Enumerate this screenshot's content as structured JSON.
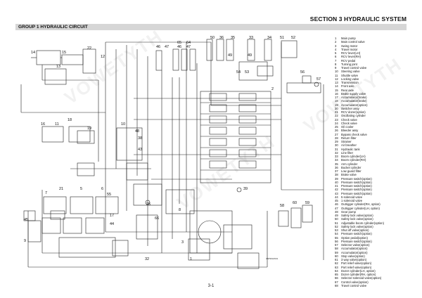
{
  "header": {
    "section_title": "SECTION 3 HYDRAULIC SYSTEM",
    "group_title": "GROUP 1 HYDRAULIC CIRCUIT"
  },
  "footer": {
    "page_number": "3-1",
    "drawing_code": "3BP90HW01"
  },
  "watermark": "VOWETYTH",
  "legend": [
    {
      "num": "1",
      "label": "Main pump"
    },
    {
      "num": "2",
      "label": "Main control valve"
    },
    {
      "num": "3",
      "label": "Swing motor"
    },
    {
      "num": "4",
      "label": "Travel motor"
    },
    {
      "num": "5",
      "label": "RCV lever(LH)"
    },
    {
      "num": "6",
      "label": "RCV lever(RH)"
    },
    {
      "num": "7",
      "label": "RCV pedal"
    },
    {
      "num": "8",
      "label": "Turning joint"
    },
    {
      "num": "9",
      "label": "Travel control valve"
    },
    {
      "num": "10",
      "label": "Steering valve"
    },
    {
      "num": "11",
      "label": "Shuttle valve"
    },
    {
      "num": "12",
      "label": "Locking valve"
    },
    {
      "num": "13",
      "label": "Transmission"
    },
    {
      "num": "14",
      "label": "Front axle"
    },
    {
      "num": "15",
      "label": "Rear axle"
    },
    {
      "num": "16",
      "label": "Brake supply valve"
    },
    {
      "num": "17",
      "label": "Accumulator(brake)"
    },
    {
      "num": "18",
      "label": "Accumulator(brake)"
    },
    {
      "num": "19",
      "label": "Accumulator(option)"
    },
    {
      "num": "20",
      "label": "Switcher assy"
    },
    {
      "num": "21",
      "label": "RCV dozer(option)"
    },
    {
      "num": "22",
      "label": "Oscillating cylinder"
    },
    {
      "num": "23",
      "label": "Check valve"
    },
    {
      "num": "24",
      "label": "Check valve"
    },
    {
      "num": "25",
      "label": "Oil cooler"
    },
    {
      "num": "26",
      "label": "Bleeder assy"
    },
    {
      "num": "27",
      "label": "Bypass check valve"
    },
    {
      "num": "28",
      "label": "Return filter"
    },
    {
      "num": "29",
      "label": "Strainer"
    },
    {
      "num": "30",
      "label": "Air breather"
    },
    {
      "num": "31",
      "label": "Hydraulic tank"
    },
    {
      "num": "32",
      "label": "Line filter"
    },
    {
      "num": "33",
      "label": "Boom cylinder(LH)"
    },
    {
      "num": "34",
      "label": "Boom cylinder(RH)"
    },
    {
      "num": "35",
      "label": "Arm cylinder"
    },
    {
      "num": "36",
      "label": "Bucket cylinder"
    },
    {
      "num": "37",
      "label": "Low guard filter"
    },
    {
      "num": "38",
      "label": "Brake valve"
    },
    {
      "num": "39",
      "label": "Pressure switch(option)"
    },
    {
      "num": "40",
      "label": "Pressure switch(option)"
    },
    {
      "num": "41",
      "label": "Pressure switch(option)"
    },
    {
      "num": "42",
      "label": "Pressure switch(option)"
    },
    {
      "num": "43",
      "label": "Pressure switch(option)"
    },
    {
      "num": "44",
      "label": "5 solenoid valve"
    },
    {
      "num": "45",
      "label": "1 solenoid valve"
    },
    {
      "num": "46",
      "label": "Outrigger cylinder(RH, option)"
    },
    {
      "num": "47",
      "label": "Outrigger cylinder(LH, option)"
    },
    {
      "num": "48",
      "label": "Gear pump"
    },
    {
      "num": "49",
      "label": "Safety lock valve(option)"
    },
    {
      "num": "50",
      "label": "Safety lock valve(option)"
    },
    {
      "num": "51",
      "label": "Adjustable boom cylinder(option)"
    },
    {
      "num": "52",
      "label": "Safety lock valve(option)"
    },
    {
      "num": "53",
      "label": "Shut off valve(option)"
    },
    {
      "num": "54",
      "label": "Pressure switch(option)"
    },
    {
      "num": "55",
      "label": "Option pedal(option)"
    },
    {
      "num": "56",
      "label": "Pressure switch(option)"
    },
    {
      "num": "57",
      "label": "Selector valve(option)"
    },
    {
      "num": "58",
      "label": "Accumulator(option)"
    },
    {
      "num": "59",
      "label": "Accumulator(option)"
    },
    {
      "num": "60",
      "label": "Stop valve(option)"
    },
    {
      "num": "61",
      "label": "3 way valve(option)"
    },
    {
      "num": "62",
      "label": "Port relief valve(option)"
    },
    {
      "num": "63",
      "label": "Port relief valve(option)"
    },
    {
      "num": "64",
      "label": "Dozer cylinder(LH, option)"
    },
    {
      "num": "65",
      "label": "Dozer cylinder(RH, option)"
    },
    {
      "num": "66",
      "label": "Selector solenoid valve(option)"
    },
    {
      "num": "67",
      "label": "Control valve(option)"
    },
    {
      "num": "68",
      "label": "Travel control valve"
    }
  ],
  "callouts": [
    {
      "id": "c14",
      "text": "14"
    },
    {
      "id": "c15",
      "text": "15"
    },
    {
      "id": "c13",
      "text": "13"
    },
    {
      "id": "c22",
      "text": "22"
    },
    {
      "id": "c12",
      "text": "12"
    },
    {
      "id": "c46",
      "text": "46"
    },
    {
      "id": "c47a",
      "text": "47"
    },
    {
      "id": "c65",
      "text": "65"
    },
    {
      "id": "c46b",
      "text": "46"
    },
    {
      "id": "c64",
      "text": "64"
    },
    {
      "id": "c47b",
      "text": "47"
    },
    {
      "id": "c50",
      "text": "50"
    },
    {
      "id": "c36",
      "text": "36"
    },
    {
      "id": "c35",
      "text": "35"
    },
    {
      "id": "c33",
      "text": "33"
    },
    {
      "id": "c34",
      "text": "34"
    },
    {
      "id": "c51",
      "text": "51"
    },
    {
      "id": "c52",
      "text": "52"
    },
    {
      "id": "c49a",
      "text": "49"
    },
    {
      "id": "c49b",
      "text": "49"
    },
    {
      "id": "c54",
      "text": "54"
    },
    {
      "id": "c53",
      "text": "53"
    },
    {
      "id": "c56",
      "text": "56"
    },
    {
      "id": "c57",
      "text": "57"
    },
    {
      "id": "c16",
      "text": "16"
    },
    {
      "id": "c11",
      "text": "11"
    },
    {
      "id": "c18",
      "text": "18"
    },
    {
      "id": "c19",
      "text": "19"
    },
    {
      "id": "c10",
      "text": "10"
    },
    {
      "id": "c48",
      "text": "48"
    },
    {
      "id": "c38",
      "text": "38"
    },
    {
      "id": "c43",
      "text": "43"
    },
    {
      "id": "c2",
      "text": "2"
    },
    {
      "id": "c39",
      "text": "39"
    },
    {
      "id": "c7",
      "text": "7"
    },
    {
      "id": "c21",
      "text": "21"
    },
    {
      "id": "c5",
      "text": "5"
    },
    {
      "id": "c6",
      "text": "6"
    },
    {
      "id": "c55",
      "text": "55"
    },
    {
      "id": "c25",
      "text": "25"
    },
    {
      "id": "c45",
      "text": "45"
    },
    {
      "id": "c17",
      "text": "17"
    },
    {
      "id": "c44",
      "text": "44"
    },
    {
      "id": "c9",
      "text": "9"
    },
    {
      "id": "c8",
      "text": "8"
    },
    {
      "id": "c3",
      "text": "3"
    },
    {
      "id": "c1",
      "text": "1"
    },
    {
      "id": "c32",
      "text": "32"
    },
    {
      "id": "c66",
      "text": "66"
    },
    {
      "id": "c58",
      "text": "58"
    },
    {
      "id": "c60",
      "text": "60"
    },
    {
      "id": "c59",
      "text": "59"
    }
  ],
  "colors": {
    "line": "#222222",
    "header_bar": "#d6d6d6"
  }
}
